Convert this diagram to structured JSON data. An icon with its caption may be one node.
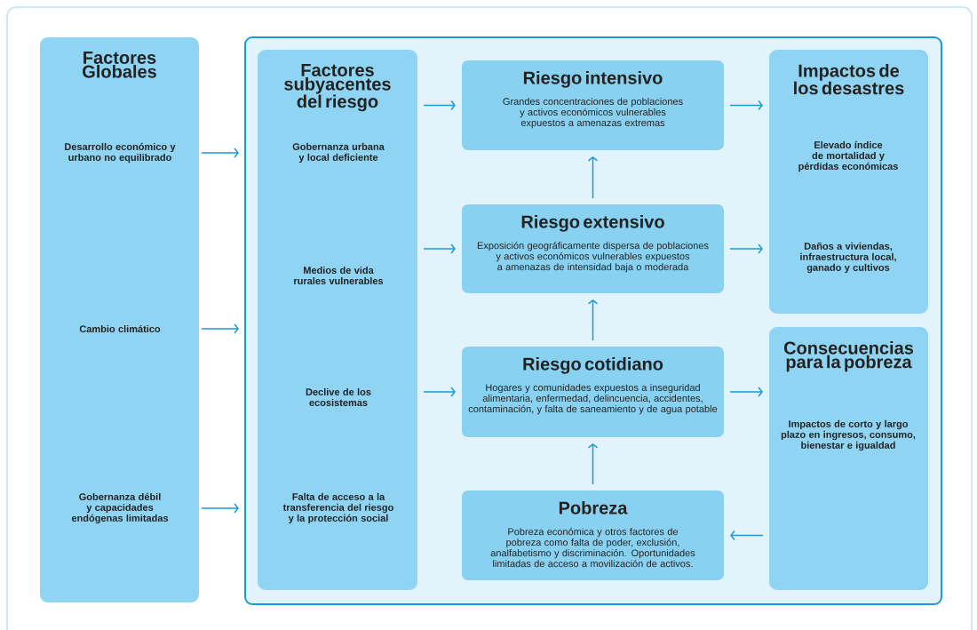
{
  "diagram": {
    "nodes": [
      {
        "text": [
          "Factores Globales"
        ]
      },
      {
        "text": [
          "Desarrollo económico y urbano no equilibrado"
        ],
        "in": 0
      },
      {
        "text": [
          "Cambio climático"
        ],
        "in": 0
      },
      {
        "text": [
          "Gobernanza débil y capacidades endógenas limitadas"
        ],
        "in": 0
      },
      {
        "text": [],
        "shape": "box"
      },
      {
        "text": [
          "Factores subyacentes del riesgo"
        ],
        "in": 4
      },
      {
        "text": [
          "Gobernanza urbana y local deficiente"
        ],
        "in": 5
      },
      {
        "text": [
          "Medios de vida rurales vulnerables"
        ],
        "in": 5
      },
      {
        "text": [
          "Declive de los ecosistemas"
        ],
        "in": 5
      },
      {
        "text": [
          "Falta de acceso a la transferencia del riesgo y la protección social"
        ],
        "in": 5
      },
      {
        "text": [
          "Riesgo intensivo",
          "Grandes concentraciones de poblaciones y activos económicos vulnerables expuestos a amenazas extremas"
        ],
        "in": 4
      },
      {
        "text": [
          "Riesgo extensivo",
          "Exposición geográficamente dispersa de poblaciones y activos económicos vulnerables expuestos a amenazas de intensidad baja o moderada"
        ],
        "in": 4
      },
      {
        "text": [
          "Riesgo cotidiano",
          "Hogares y comunidades expuestos a inseguridad alimentaria, enfermedad, delincuencia, accidentes, contaminación, y falta de saneamiento y de agua potable"
        ],
        "in": 4
      },
      {
        "text": [
          "Pobreza",
          "Pobreza económica y otros factores de pobreza como falta de poder, exclusión, analfabetismo y discriminación. Oportunidades limitadas de acceso a movilización de activos."
        ],
        "in": 4
      },
      {
        "text": [
          "Impactos de los desastres"
        ],
        "in": 4
      },
      {
        "text": [
          "Elevado índice de mortalidad y pérdidas económicas"
        ],
        "in": 14
      },
      {
        "text": [
          "Daños a viviendas, infraestructura local, ganado y cultivos"
        ],
        "in": 14
      },
      {
        "text": [
          "Consecuencias para la pobreza"
        ],
        "in": 4
      },
      {
        "text": [
          "Impactos de corto y largo plazo en ingresos, consumo, bienestar e igualdad"
        ],
        "in": 17
      }
    ],
    "edges": [
      {
        "from": 1,
        "to": 4,
        "arrow": "to"
      },
      {
        "from": 2,
        "to": 4,
        "arrow": "to"
      },
      {
        "from": 3,
        "to": 4,
        "arrow": "to"
      },
      {
        "from": 5,
        "to": 10,
        "arrow": "to"
      },
      {
        "from": 5,
        "to": 11,
        "arrow": "to"
      },
      {
        "from": 5,
        "to": 12,
        "arrow": "to"
      },
      {
        "from": 11,
        "to": 10,
        "arrow": "to"
      },
      {
        "from": 12,
        "to": 11,
        "arrow": "to"
      },
      {
        "from": 13,
        "to": 12,
        "arrow": "to"
      },
      {
        "from": 10,
        "to": 14,
        "arrow": "to"
      },
      {
        "from": 11,
        "to": 14,
        "arrow": "to"
      },
      {
        "from": 12,
        "to": 17,
        "arrow": "to"
      },
      {
        "from": 17,
        "to": 13,
        "arrow": "to"
      }
    ]
  }
}
